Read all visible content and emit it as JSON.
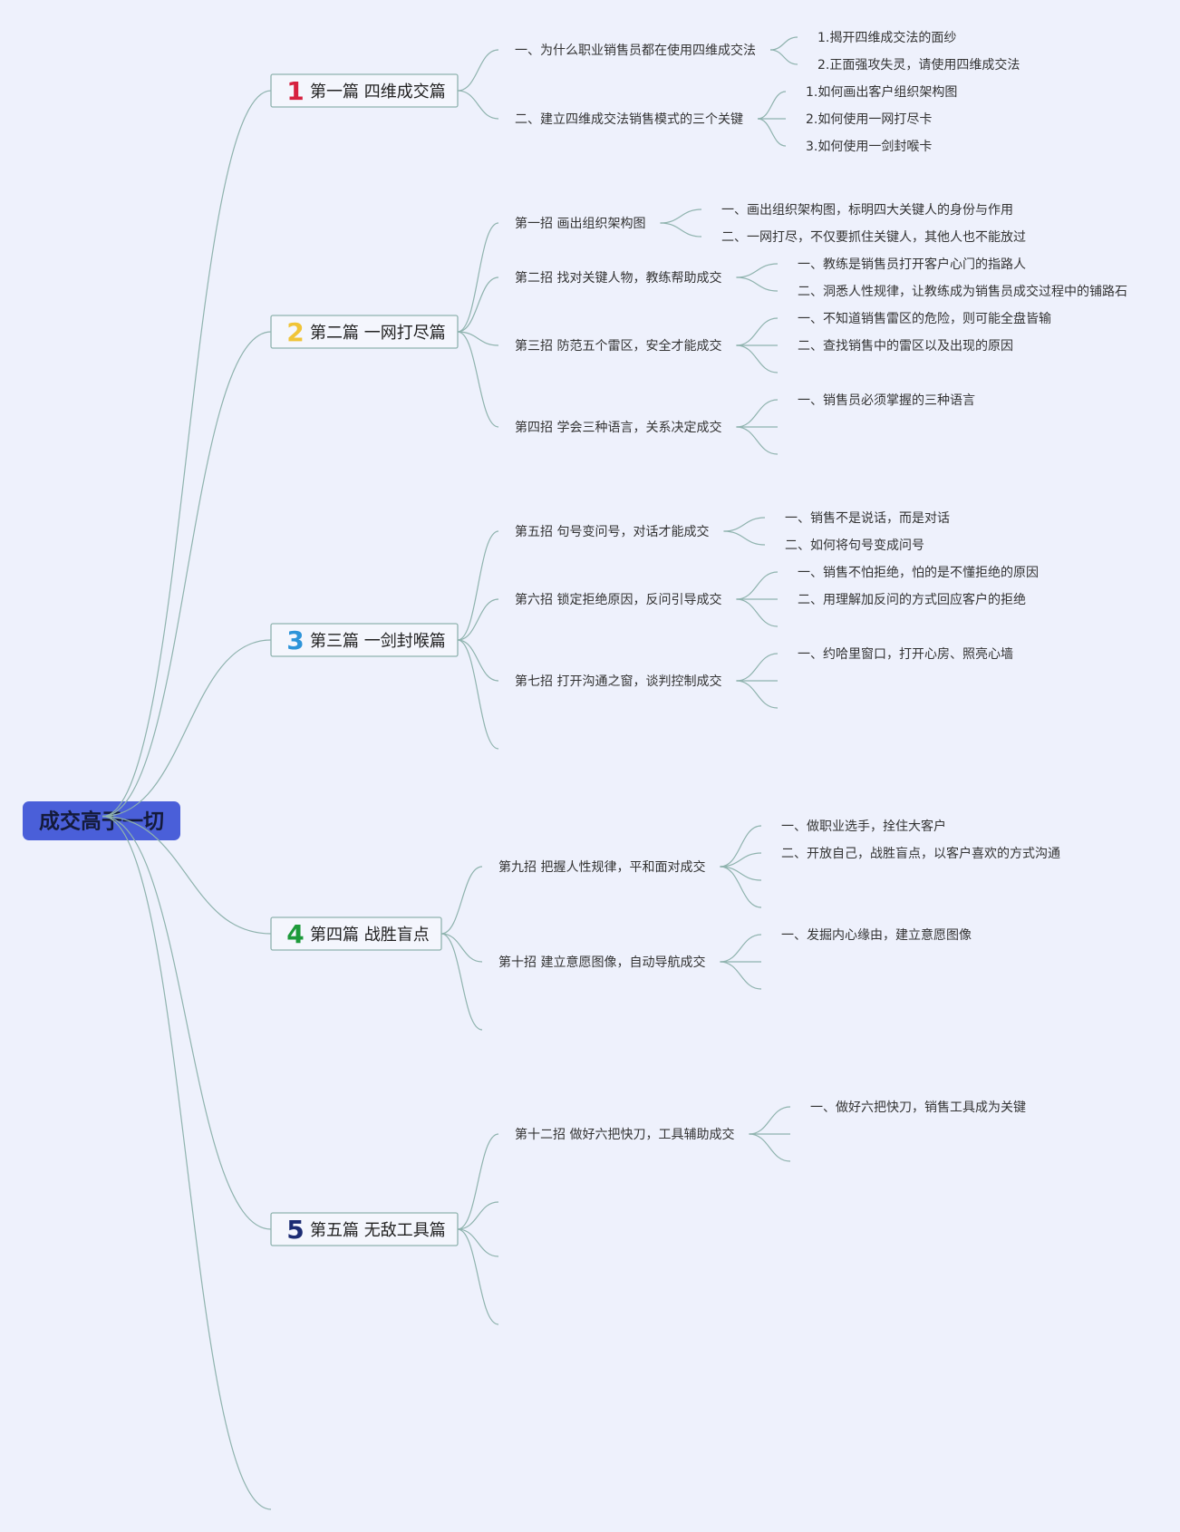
{
  "root": {
    "label": "成交高于一切",
    "color": "#4a5fd9"
  },
  "sections": [
    {
      "num": "1",
      "num_color": "#d6213f",
      "label": "第一篇 四维成交篇",
      "children": [
        {
          "label": "一、为什么职业销售员都在使用四维成交法",
          "children": [
            {
              "label": "1.揭开四维成交法的面纱"
            },
            {
              "label": "2.正面强攻失灵，请使用四维成交法"
            }
          ]
        },
        {
          "label": "二、建立四维成交法销售模式的三个关键",
          "children": [
            {
              "label": "1.如何画出客户组织架构图"
            },
            {
              "label": "2.如何使用一网打尽卡"
            },
            {
              "label": "3.如何使用一剑封喉卡"
            }
          ]
        }
      ]
    },
    {
      "num": "2",
      "num_color": "#f0c437",
      "label": "第二篇 一网打尽篇",
      "children": [
        {
          "label": "第一招 画出组织架构图",
          "children": [
            {
              "label": "一、画出组织架构图，标明四大关键人的身份与作用"
            },
            {
              "label": "二、一网打尽，不仅要抓住关键人，其他人也不能放过"
            }
          ]
        },
        {
          "label": "第二招 找对关键人物，教练帮助成交",
          "children": [
            {
              "label": "一、教练是销售员打开客户心门的指路人"
            },
            {
              "label": "二、洞悉人性规律，让教练成为销售员成交过程中的铺路石"
            }
          ]
        },
        {
          "label": "第三招 防范五个雷区，安全才能成交",
          "children": [
            {
              "label": "一、不知道销售雷区的危险，则可能全盘皆输"
            },
            {
              "label": "二、查找销售中的雷区以及出现的原因"
            },
            {
              "label": ""
            }
          ]
        },
        {
          "label": "第四招 学会三种语言，关系决定成交",
          "children": [
            {
              "label": "一、销售员必须掌握的三种语言"
            },
            {
              "label": ""
            },
            {
              "label": ""
            }
          ]
        }
      ]
    },
    {
      "num": "3",
      "num_color": "#2d94d9",
      "label": "第三篇 一剑封喉篇",
      "children": [
        {
          "label": "第五招 句号变问号，对话才能成交",
          "children": [
            {
              "label": "一、销售不是说话，而是对话"
            },
            {
              "label": "二、如何将句号变成问号"
            }
          ]
        },
        {
          "label": "第六招 锁定拒绝原因，反问引导成交",
          "children": [
            {
              "label": "一、销售不怕拒绝，怕的是不懂拒绝的原因"
            },
            {
              "label": "二、用理解加反问的方式回应客户的拒绝"
            },
            {
              "label": ""
            }
          ]
        },
        {
          "label": "第七招 打开沟通之窗，谈判控制成交",
          "children": [
            {
              "label": "一、约哈里窗口，打开心房、照亮心墙"
            },
            {
              "label": ""
            },
            {
              "label": ""
            }
          ]
        },
        {
          "label": "",
          "children": []
        }
      ]
    },
    {
      "num": "4",
      "num_color": "#1d9a3a",
      "label": "第四篇 战胜盲点",
      "children": [
        {
          "label": "第九招 把握人性规律，平和面对成交",
          "children": [
            {
              "label": "一、做职业选手，拴住大客户"
            },
            {
              "label": "二、开放自己，战胜盲点，以客户喜欢的方式沟通"
            },
            {
              "label": ""
            },
            {
              "label": ""
            }
          ]
        },
        {
          "label": "第十招 建立意愿图像，自动导航成交",
          "children": [
            {
              "label": "一、发掘内心缘由，建立意愿图像"
            },
            {
              "label": ""
            },
            {
              "label": ""
            }
          ]
        },
        {
          "label": "",
          "children": []
        }
      ]
    },
    {
      "num": "5",
      "num_color": "#1c2c73",
      "label": "第五篇 无敌工具篇",
      "children": [
        {
          "label": "第十二招 做好六把快刀，工具辅助成交",
          "children": [
            {
              "label": "一、做好六把快刀，销售工具成为关键"
            },
            {
              "label": ""
            },
            {
              "label": ""
            }
          ]
        },
        {
          "label": "",
          "children": []
        },
        {
          "label": "",
          "children": []
        },
        {
          "label": "",
          "children": []
        }
      ]
    },
    {
      "num": "",
      "num_color": "",
      "label": "",
      "children": []
    }
  ]
}
